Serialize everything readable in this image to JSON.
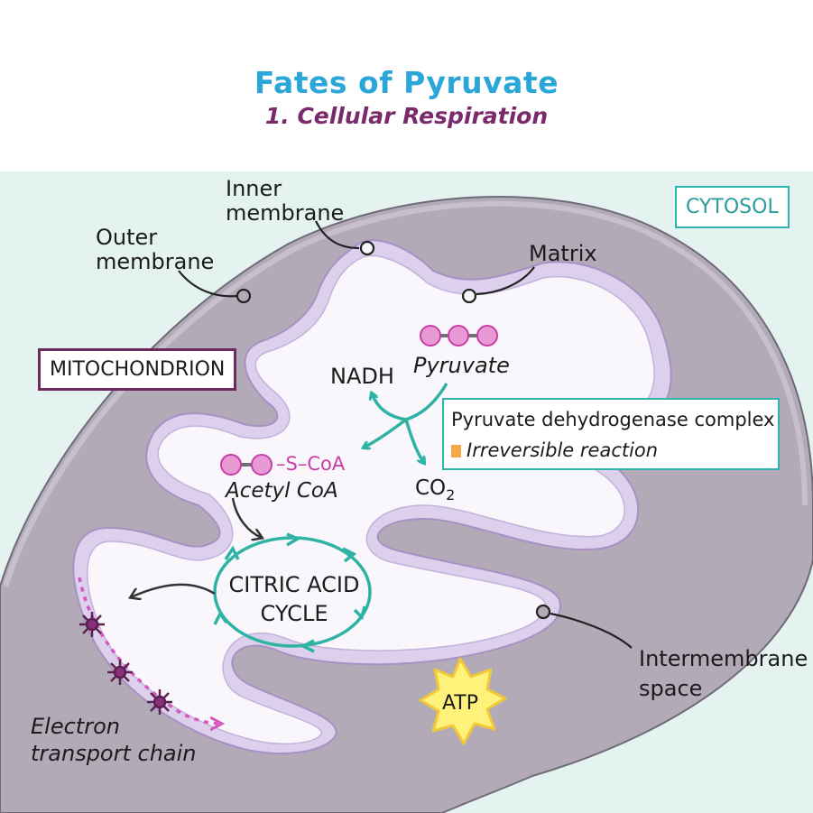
{
  "title": "Fates of Pyruvate",
  "subtitle": "1. Cellular Respiration",
  "labels": {
    "inner_membrane": [
      "Inner",
      "membrane"
    ],
    "outer_membrane": [
      "Outer",
      "membrane"
    ],
    "matrix": "Matrix",
    "cytosol": "CYTOSOL",
    "mitochondrion": "MITOCHONDRION",
    "nadh": "NADH",
    "pyruvate": "Pyruvate",
    "pdh_complex": "Pyruvate dehydrogenase complex",
    "irreversible": "Irreversible reaction",
    "s_coa": "–S–CoA",
    "acetyl_coa": "Acetyl CoA",
    "co2": "CO",
    "co2_subscript": "2",
    "citric_acid_cycle": [
      "CITRIC ACID",
      "CYCLE"
    ],
    "intermembrane_space": [
      "Intermembrane",
      "space"
    ],
    "atp": "ATP",
    "electron_transport_chain": [
      "Electron",
      "transport chain"
    ]
  },
  "colors": {
    "title": "#2aa6d8",
    "subtitle": "#7a2a6a",
    "cytosol_bg": "#e4f3ef",
    "outer_compartment": "#b3aab8",
    "inner_membrane": "#ddd0ec",
    "matrix": "#f9f7fb",
    "teal_arrow": "#2fb3a5",
    "magenta": "#c83fa8",
    "irreversible_marker": "#f5a849",
    "atp_burst": "#fff27a"
  }
}
